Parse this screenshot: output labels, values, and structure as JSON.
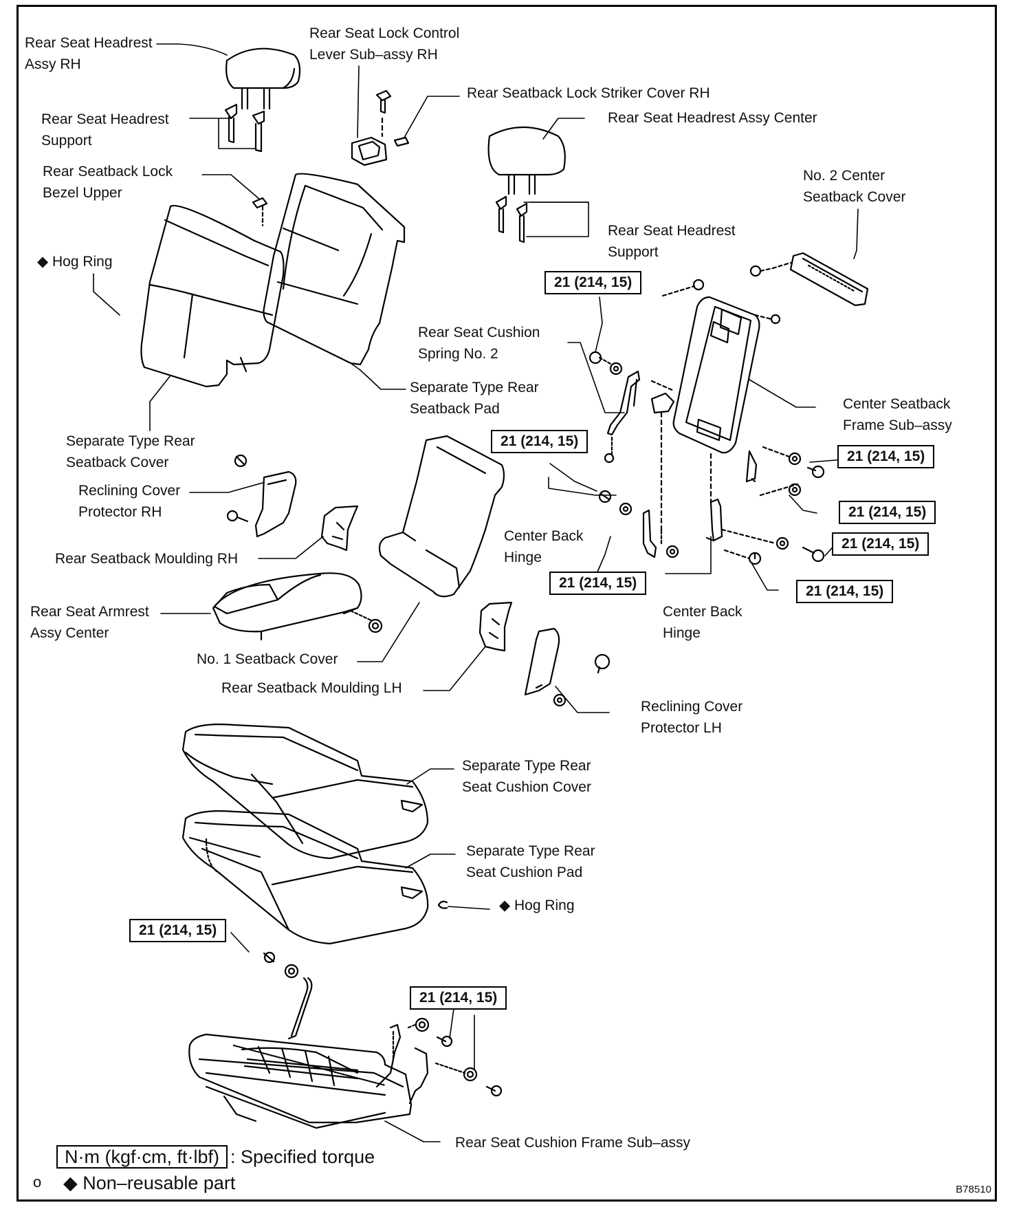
{
  "labels": {
    "headrest_rh": [
      "Rear Seat Headrest",
      "Assy RH"
    ],
    "lock_control": [
      "Rear Seat Lock Control",
      "Lever Sub–assy RH"
    ],
    "striker_cover": [
      "Rear Seatback Lock Striker Cover RH"
    ],
    "headrest_support_left": [
      "Rear Seat Headrest",
      "Support"
    ],
    "headrest_center": [
      "Rear Seat Headrest Assy Center"
    ],
    "bezel_upper": [
      "Rear Seatback Lock",
      "Bezel Upper"
    ],
    "no2_center_cover": [
      "No. 2 Center",
      "Seatback Cover"
    ],
    "hog_ring_top": [
      "◆ Hog Ring"
    ],
    "headrest_support_right": [
      "Rear Seat Headrest",
      "Support"
    ],
    "cushion_spring": [
      "Rear Seat Cushion",
      "Spring No. 2"
    ],
    "seatback_pad": [
      "Separate Type Rear",
      "Seatback Pad"
    ],
    "center_frame": [
      "Center Seatback",
      "Frame Sub–assy"
    ],
    "seatback_cover": [
      "Separate Type Rear",
      "Seatback Cover"
    ],
    "recl_protector_rh": [
      "Reclining Cover",
      "Protector RH"
    ],
    "moulding_rh": [
      "Rear Seatback Moulding RH"
    ],
    "center_back_hinge_left": [
      "Center Back",
      "Hinge"
    ],
    "armrest": [
      "Rear Seat Armrest",
      "Assy Center"
    ],
    "center_back_hinge_right": [
      "Center Back",
      "Hinge"
    ],
    "no1_cover": [
      "No. 1 Seatback Cover"
    ],
    "moulding_lh": [
      "Rear Seatback Moulding LH"
    ],
    "recl_protector_lh": [
      "Reclining Cover",
      "Protector LH"
    ],
    "cushion_cover": [
      "Separate Type Rear",
      "Seat Cushion Cover"
    ],
    "cushion_pad": [
      "Separate Type Rear",
      "Seat Cushion Pad"
    ],
    "hog_ring_bottom": [
      "◆ Hog Ring"
    ],
    "cushion_frame": [
      "Rear Seat Cushion Frame Sub–assy"
    ]
  },
  "torque_value": "21 (214, 15)",
  "legend": {
    "torque_unit": "N·m (kgf·cm, ft·lbf)",
    "torque_text": ": Specified torque",
    "nonreusable": "◆ Non–reusable part",
    "corner_mark": "o"
  },
  "figure_code": "B78510"
}
